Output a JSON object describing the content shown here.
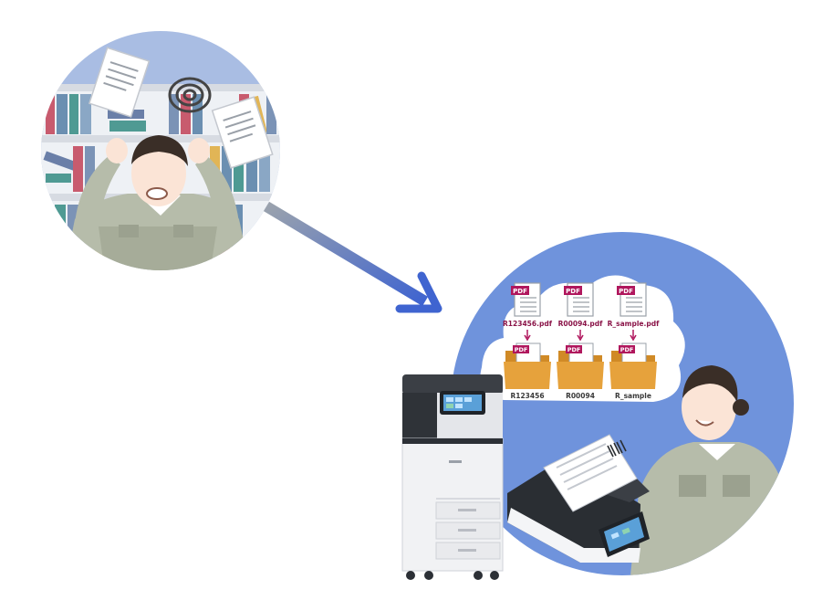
{
  "files": [
    {
      "pdf_tag": "PDF",
      "filename": "R123456.pdf",
      "folder_name": "R123456"
    },
    {
      "pdf_tag": "PDF",
      "filename": "R00094.pdf",
      "folder_name": "R00094"
    },
    {
      "pdf_tag": "PDF",
      "filename": "R_sample.pdf",
      "folder_name": "R_sample"
    }
  ],
  "colors": {
    "before_circle": "#a9bde3",
    "after_circle": "#6f93dc",
    "pdf_tag": "#b0175d",
    "folder": "#e6a23c",
    "uniform": "#b6bcaa",
    "arrow_start": "#9aa2ad",
    "arrow_end": "#3f64d0"
  }
}
